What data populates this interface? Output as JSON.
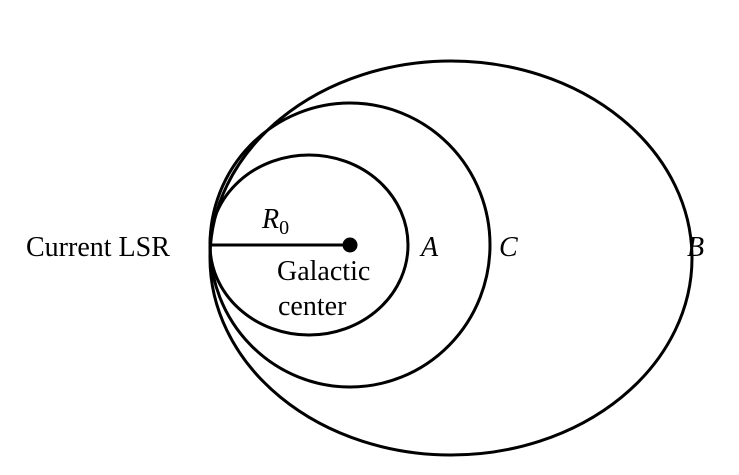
{
  "labels": {
    "current_lsr": "Current LSR",
    "radius_symbol": "R",
    "radius_subscript": "0",
    "galactic_line1": "Galactic",
    "galactic_line2": "center",
    "orbit_a": "A",
    "orbit_c": "C",
    "orbit_b": "B"
  },
  "colors": {
    "stroke": "#000000",
    "background": "#ffffff"
  }
}
